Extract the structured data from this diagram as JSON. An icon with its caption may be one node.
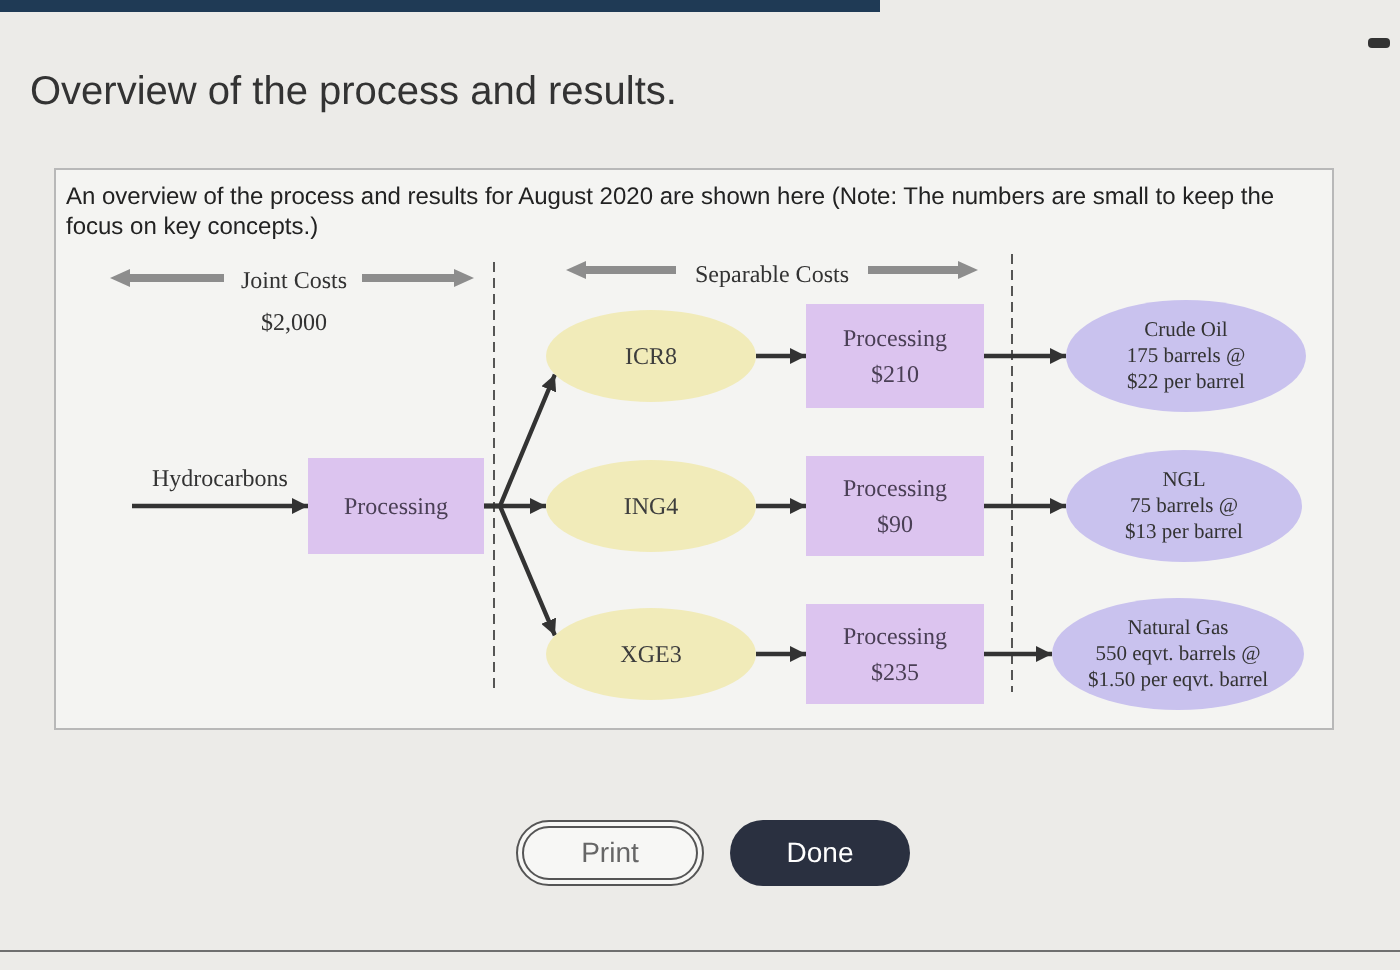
{
  "diagram": {
    "title": "Overview of the process and results.",
    "nodes": [
      {
        "text": [
          "Processing"
        ]
      },
      {
        "text": [
          "ICR8"
        ]
      },
      {
        "text": [
          "ING4"
        ]
      },
      {
        "text": [
          "XGE3"
        ]
      },
      {
        "text": [
          "Processing",
          "$210"
        ]
      },
      {
        "text": [
          "Processing",
          "$90"
        ]
      },
      {
        "text": [
          "Processing",
          "$235"
        ]
      },
      {
        "text": [
          "Crude Oil",
          "175 barrels @ $22 per barrel"
        ]
      },
      {
        "text": [
          "NGL",
          "75 barrels @ $13 per barrel"
        ]
      },
      {
        "text": [
          "Natural Gas",
          "550 eqvt. barrels @ $1.50 per eqvt. barrel"
        ]
      }
    ],
    "edges": [
      {
        "from": null,
        "to": 0,
        "arrow": "to",
        "label": "Hydrocarbons"
      },
      {
        "from": 0,
        "to": 1,
        "arrow": "to"
      },
      {
        "from": 0,
        "to": 2,
        "arrow": "to"
      },
      {
        "from": 0,
        "to": 3,
        "arrow": "to"
      },
      {
        "from": 1,
        "to": 4,
        "arrow": "to"
      },
      {
        "from": 2,
        "to": 5,
        "arrow": "to"
      },
      {
        "from": 3,
        "to": 6,
        "arrow": "to"
      },
      {
        "from": 4,
        "to": 7,
        "arrow": "to"
      },
      {
        "from": 5,
        "to": 8,
        "arrow": "to"
      },
      {
        "from": 6,
        "to": 9,
        "arrow": "to"
      }
    ],
    "labels": [
      "An overview of the process and results for August 2020 are shown here (Note: The numbers are small to keep the focus on key concepts.)",
      "Joint Costs",
      "$2,000",
      "Separable Costs",
      "Print",
      "Done"
    ]
  }
}
